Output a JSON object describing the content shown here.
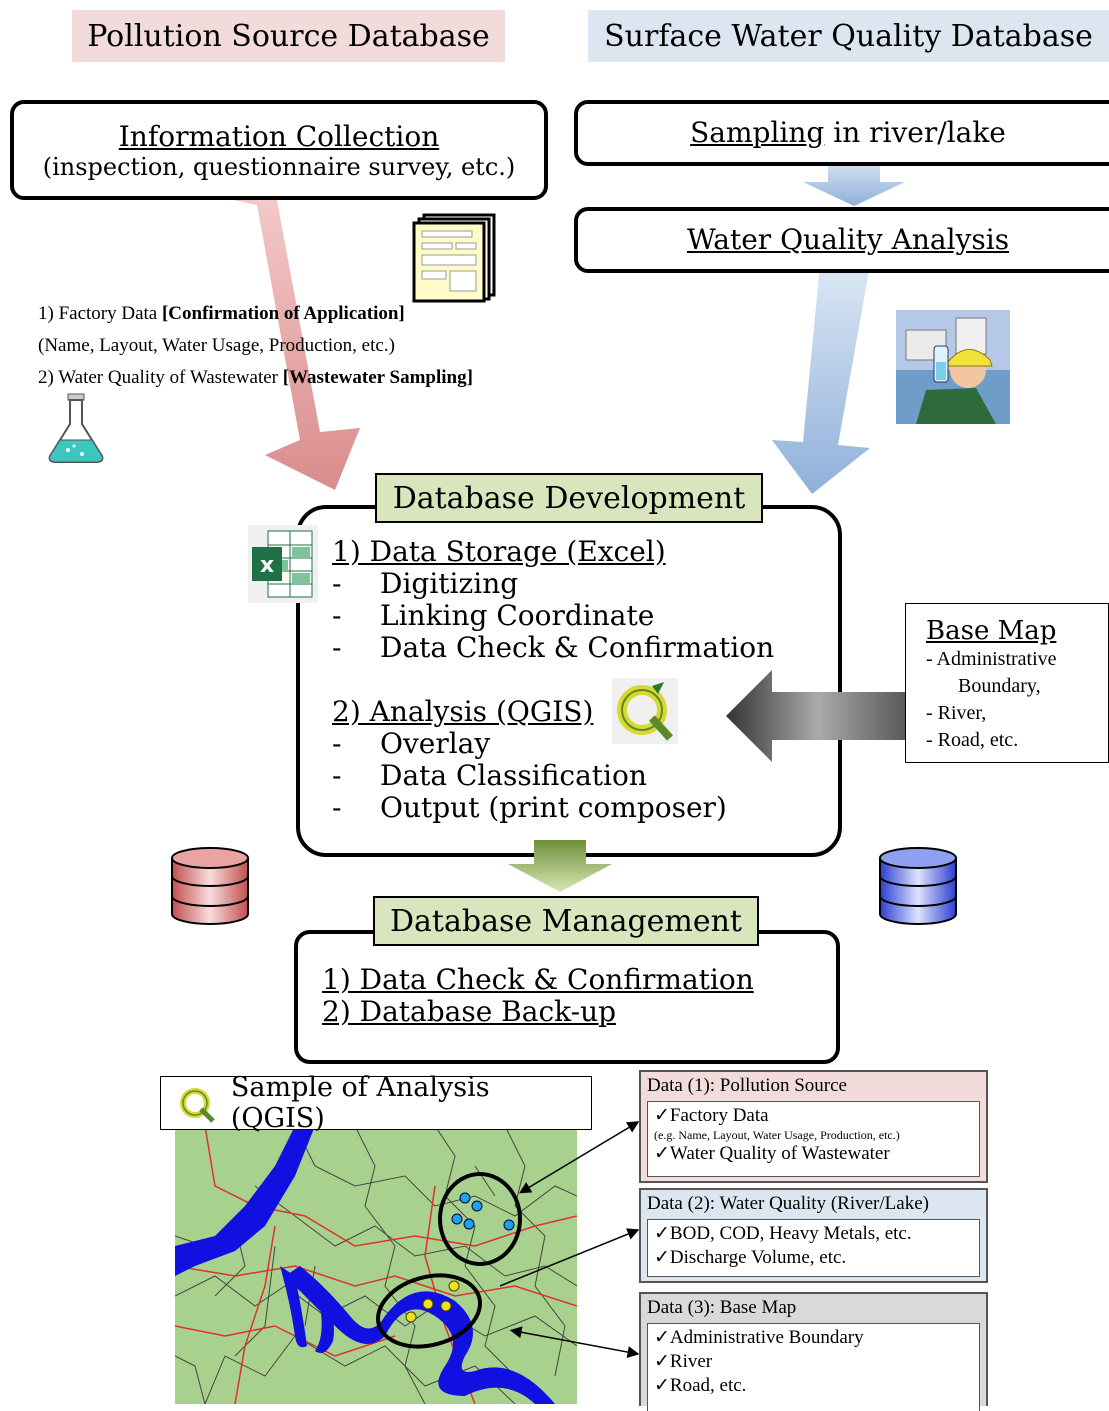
{
  "headers": {
    "pollution": "Pollution Source Database",
    "surface": "Surface Water Quality Database"
  },
  "info_collection": {
    "title": "Information Collection",
    "subtitle": "(inspection, questionnaire survey, etc.)"
  },
  "sampling": {
    "underlined": "Sampling",
    "rest": " in river/lake"
  },
  "wq_analysis": "Water Quality Analysis",
  "factory": {
    "line1_text": "1) Factory Data ",
    "line1_bold": "[Confirmation of Application]",
    "line2": "(Name, Layout, Water Usage, Production, etc.)",
    "line3_text": "2) Water Quality of Wastewater ",
    "line3_bold": "[Wastewater Sampling]"
  },
  "db_dev": {
    "label": "Database Development",
    "storage_title": "1) Data Storage (Excel)",
    "storage_items": [
      "Digitizing",
      "Linking Coordinate",
      "Data Check & Confirmation"
    ],
    "analysis_title": "2) Analysis (QGIS)",
    "analysis_items": [
      "Overlay",
      "Data Classification",
      "Output (print composer)"
    ],
    "dash": "-"
  },
  "base_map": {
    "title": "Base Map",
    "items": [
      "- Administrative",
      "Boundary,",
      "- River,",
      "- Road, etc."
    ]
  },
  "db_mgmt": {
    "label": "Database Management",
    "items": [
      "1) Data Check & Confirmation",
      "2) Database Back-up"
    ]
  },
  "sample": {
    "title": "Sample of Analysis (QGIS)"
  },
  "data1": {
    "title": "Data (1): Pollution Source",
    "items": [
      "✓Factory Data",
      "(e.g. Name, Layout, Water Usage, Production, etc.)",
      "✓Water Quality of Wastewater"
    ]
  },
  "data2": {
    "title": "Data (2): Water Quality (River/Lake)",
    "items": [
      "✓BOD, COD, Heavy Metals, etc.",
      "✓Discharge Volume, etc."
    ]
  },
  "data3": {
    "title": "Data (3): Base Map",
    "items": [
      "✓Administrative Boundary",
      "✓River",
      "✓Road, etc."
    ]
  },
  "icons": [
    "form-document-icon",
    "flask-icon",
    "worker-sample-icon",
    "excel-icon",
    "qgis-icon",
    "red-database-icon",
    "blue-database-icon"
  ],
  "colors": {
    "pink_header": "#f2dcdb",
    "blue_header": "#dce6f1",
    "green_label": "#d8e5bd",
    "map_green": "#a9d18e",
    "river_blue": "#1010e0"
  }
}
